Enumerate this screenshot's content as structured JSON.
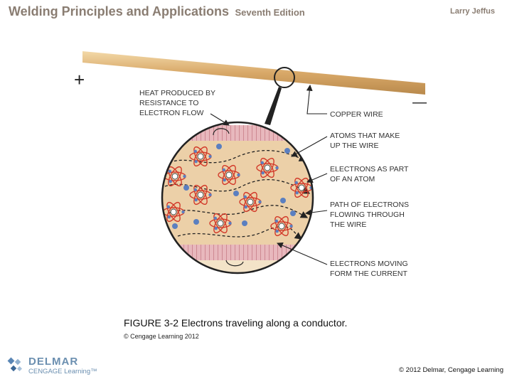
{
  "header": {
    "title": "Welding Principles and Applications",
    "edition": "Seventh Edition",
    "author": "Larry Jeffus"
  },
  "diagram": {
    "plus_sign": "+",
    "minus_sign": "—",
    "labels": {
      "heat_1": "HEAT PRODUCED BY",
      "heat_2": "RESISTANCE TO",
      "heat_3": "ELECTRON FLOW",
      "copper": "COPPER WIRE",
      "atoms_1": "ATOMS THAT MAKE",
      "atoms_2": "UP THE WIRE",
      "electrons_1": "ELECTRONS AS PART",
      "electrons_2": "OF AN ATOM",
      "path_1": "PATH OF ELECTRONS",
      "path_2": "FLOWING THROUGH",
      "path_3": "THE WIRE",
      "moving_1": "ELECTRONS MOVING",
      "moving_2": "FORM THE CURRENT"
    },
    "colors": {
      "wire": "#d8a868",
      "atom_orbit": "#d23a2a",
      "electron": "#5b7fc0",
      "conductor": "#ecd0a8",
      "heat_band": "#c77a86"
    }
  },
  "caption": "FIGURE 3-2 Electrons traveling along a conductor.",
  "credit": "© Cengage Learning 2012",
  "footer": {
    "logo_top": "DELMAR",
    "logo_bottom": "CENGAGE Learning™",
    "copyright": "© 2012 Delmar, Cengage Learning"
  }
}
